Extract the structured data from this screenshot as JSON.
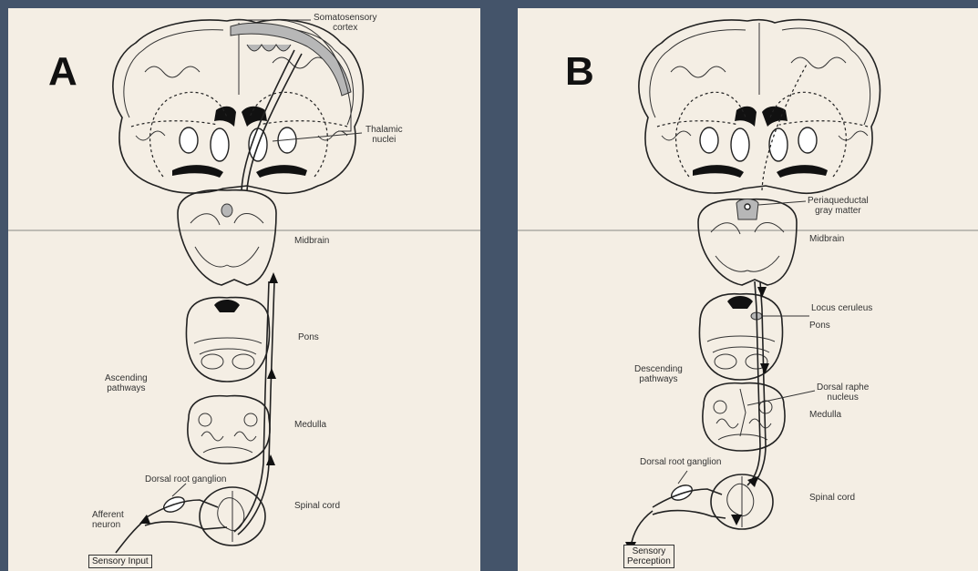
{
  "panel_a": {
    "letter": "A",
    "labels": {
      "somatosensory_cortex_line1": "Somatosensory",
      "somatosensory_cortex_line2": "cortex",
      "thalamic_nuclei_line1": "Thalamic",
      "thalamic_nuclei_line2": "nuclei",
      "midbrain": "Midbrain",
      "pons": "Pons",
      "medulla": "Medulla",
      "spinal_cord": "Spinal cord",
      "ascending_pathways_line1": "Ascending",
      "ascending_pathways_line2": "pathways",
      "dorsal_root_ganglion": "Dorsal root ganglion",
      "afferent_neuron_line1": "Afferent",
      "afferent_neuron_line2": "neuron",
      "sensory_input": "Sensory Input"
    }
  },
  "panel_b": {
    "letter": "B",
    "labels": {
      "periaqueductal_line1": "Periaqueductal",
      "periaqueductal_line2": "gray matter",
      "midbrain": "Midbrain",
      "locus_ceruleus": "Locus ceruleus",
      "pons": "Pons",
      "descending_pathways_line1": "Descending",
      "descending_pathways_line2": "pathways",
      "dorsal_raphe_line1": "Dorsal raphe",
      "dorsal_raphe_line2": "nucleus",
      "medulla": "Medulla",
      "dorsal_root_ganglion": "Dorsal root ganglion",
      "spinal_cord": "Spinal cord",
      "sensory_perception_line1": "Sensory",
      "sensory_perception_line2": "Perception"
    }
  },
  "colors": {
    "background": "#44546a",
    "panel": "#f4eee4",
    "ink": "#222222",
    "cortex_highlight": "#b7b7b7"
  }
}
